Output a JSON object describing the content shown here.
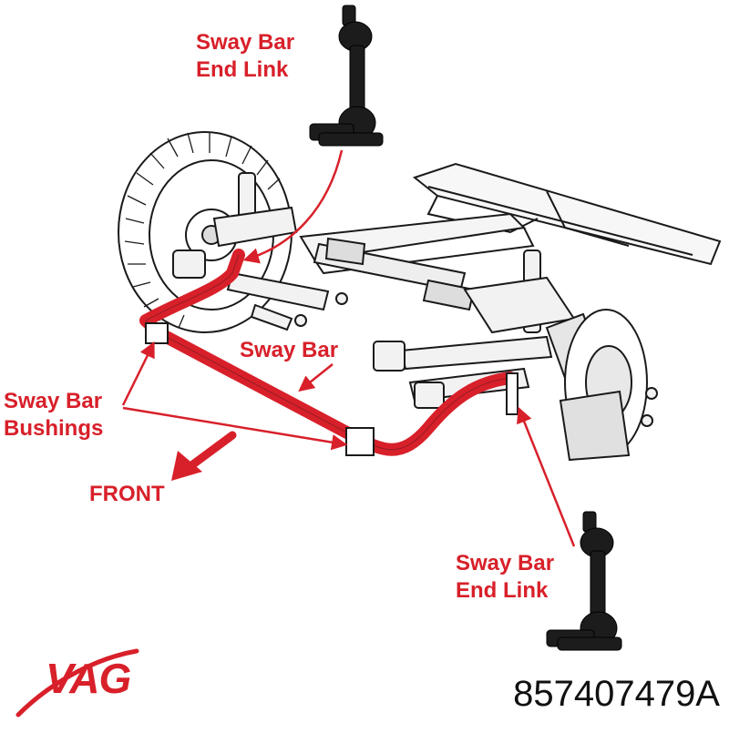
{
  "labels": {
    "top_end_link": [
      "Sway Bar",
      "End Link"
    ],
    "bushings": [
      "Sway Bar",
      "Bushings"
    ],
    "sway_bar": "Sway Bar",
    "front": "FRONT",
    "bottom_end_link": [
      "Sway Bar",
      "End Link"
    ]
  },
  "brand": "VAG",
  "part_number": "857407479A",
  "colors": {
    "highlight": "#d8202a",
    "line_art": "#1a1a1a",
    "background": "#ffffff"
  },
  "icons": [
    "sway-bar-end-link-part",
    "suspension-diagram",
    "front-direction-arrow",
    "vag-swoosh-logo"
  ]
}
